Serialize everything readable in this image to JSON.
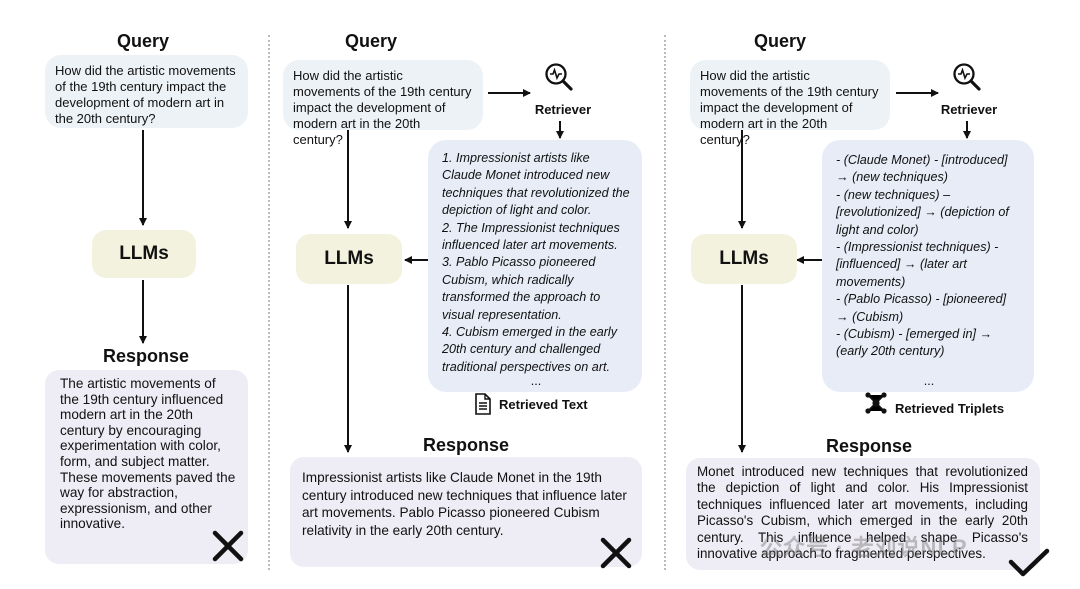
{
  "colors": {
    "query_bg": "#edf2f6",
    "llm_bg": "#f3f2df",
    "retrieved_bg": "#e7ecf7",
    "response_bg": "#eeecf4"
  },
  "query_question": "How did the artistic movements of the 19th century impact the development of modern art in the 20th century?",
  "panel1": {
    "query_title": "Query",
    "llm_label": "LLMs",
    "response_title": "Response",
    "response_text": "The artistic movements of the 19th century influenced modern art in the 20th century by encouraging experimentation with color, form, and subject matter. These movements paved the way for abstraction, expressionism, and other innovative.",
    "verdict": "wrong"
  },
  "panel2": {
    "query_title": "Query",
    "retriever_label": "Retriever",
    "llm_label": "LLMs",
    "retrieved_lines": [
      "1. Impressionist artists like Claude Monet introduced new techniques that revolutionized the depiction of light and color.",
      "2. The Impressionist techniques influenced later art movements.",
      "3. Pablo Picasso pioneered Cubism, which radically transformed the approach to visual representation.",
      "4. Cubism emerged in the early 20th century and challenged traditional perspectives on art."
    ],
    "ellipsis": "...",
    "retrieved_caption": "Retrieved Text",
    "response_title": "Response",
    "response_text": "Impressionist artists like Claude Monet in the 19th century introduced new techniques that influence later art movements. Pablo Picasso pioneered Cubism relativity in the early 20th century.",
    "verdict": "wrong"
  },
  "panel3": {
    "query_title": "Query",
    "retriever_label": "Retriever",
    "llm_label": "LLMs",
    "triplets": [
      "- (Claude Monet) - [introduced] → (new techniques)",
      "- (new techniques) – [revolutionized] → (depiction of light and color)",
      "- (Impressionist techniques) - [influenced] → (later art movements)",
      "- (Pablo Picasso) - [pioneered] → (Cubism)",
      "- (Cubism) - [emerged in] → (early 20th century)"
    ],
    "ellipsis": "...",
    "retrieved_caption": "Retrieved Triplets",
    "response_title": "Response",
    "response_text": "Monet introduced new techniques that revolutionized the depiction of light and color. His Impressionist techniques influenced later art movements, including Picasso's Cubism, which emerged in the early 20th century. This influence helped shape Picasso's innovative approach to fragmented perspectives.",
    "verdict": "correct"
  },
  "watermark": "公众号 · 老刘说NLP",
  "icons": [
    "retriever-icon",
    "document-icon",
    "graph-icon",
    "cross-icon",
    "check-icon"
  ]
}
